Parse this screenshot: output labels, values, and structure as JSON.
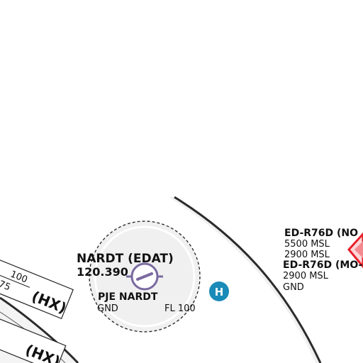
{
  "colors": {
    "background": "#ffffff",
    "tmz_fill": "#f0f0f0",
    "boundary_line": "#2b2b2b",
    "airfield_symbol": "#7a6aa0",
    "heliport": "#1a8ab8",
    "restricted_area": "#e8202a"
  },
  "airfield": {
    "name_line": "NARDT (EDAT)",
    "frequency": "120.390",
    "symbol_icon": "airfield-with-runway-icon"
  },
  "parachute_zone": {
    "label": "PJE NARDT",
    "lower_limit": "GND",
    "upper_limit": "FL 100"
  },
  "heliport": {
    "letter": "H",
    "icon": "heliport-icon"
  },
  "restricted_areas": [
    {
      "name": "ED-R76D (NO",
      "upper": "5500 MSL",
      "lower": "2900 MSL"
    },
    {
      "name": "ED-R76D (MO-",
      "upper": "2900 MSL",
      "lower": "GND"
    }
  ],
  "airspace_boxes": [
    {
      "top": "100",
      "bottom": "75",
      "class_label": "(HX)"
    },
    {
      "class_label": "(HX)"
    }
  ]
}
